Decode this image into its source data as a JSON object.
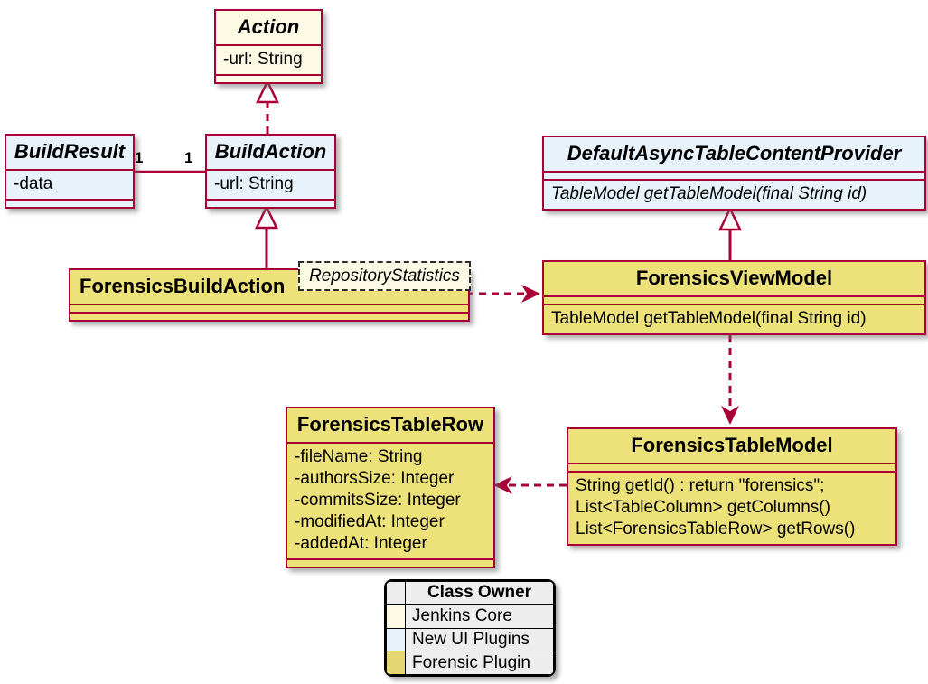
{
  "colors": {
    "border": "#A80036",
    "jenkins_core": "#FCFAE4",
    "new_ui_plugins": "#E8F2FA",
    "forensic_plugin": "#EDE17A",
    "legend_bg": "#EDEDED"
  },
  "classes": {
    "action": {
      "name": "Action",
      "attrs": [
        "-url: String"
      ]
    },
    "build_result": {
      "name": "BuildResult",
      "attrs": [
        "-data"
      ]
    },
    "build_action": {
      "name": "BuildAction",
      "attrs": [
        "-url: String"
      ]
    },
    "default_async_table_content_provider": {
      "name": "DefaultAsyncTableContentProvider",
      "methods": [
        "TableModel getTableModel(final String id)"
      ]
    },
    "forensics_build_action": {
      "name": "ForensicsBuildAction",
      "template_param": "RepositoryStatistics"
    },
    "forensics_view_model": {
      "name": "ForensicsViewModel",
      "methods": [
        "TableModel getTableModel(final String id)"
      ]
    },
    "forensics_table_row": {
      "name": "ForensicsTableRow",
      "attrs": [
        "-fileName: String",
        "-authorsSize: Integer",
        "-commitsSize: Integer",
        "-modifiedAt: Integer",
        "-addedAt: Integer"
      ]
    },
    "forensics_table_model": {
      "name": "ForensicsTableModel",
      "methods": [
        "String getId() : return \"forensics\";",
        "List<TableColumn> getColumns()",
        "List<ForensicsTableRow> getRows()"
      ]
    }
  },
  "association": {
    "left_label": "1",
    "right_label": "1"
  },
  "legend": {
    "title": "Class Owner",
    "entries": [
      {
        "label": "Jenkins Core",
        "color": "#FCFAE4"
      },
      {
        "label": "New UI Plugins",
        "color": "#E8F2FA"
      },
      {
        "label": "Forensic Plugin",
        "color": "#E4D771"
      }
    ]
  }
}
